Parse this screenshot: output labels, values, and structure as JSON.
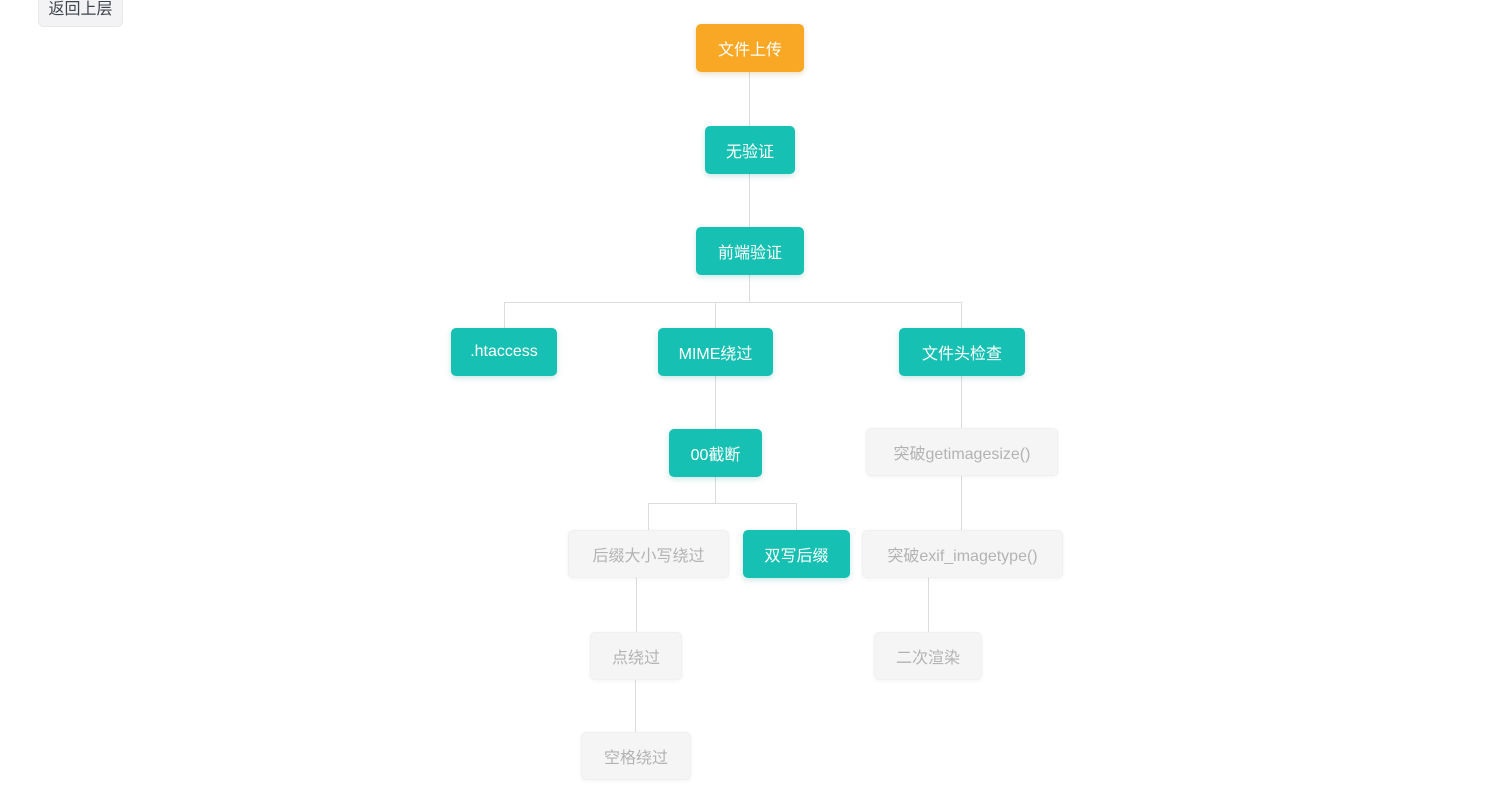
{
  "toolbar": {
    "back_button_label": "返回上层"
  },
  "colors": {
    "root_node": "#f9a825",
    "highlight_node": "#16c0b3",
    "muted_node_bg": "#f5f5f6",
    "muted_node_text": "#b3b3b3",
    "connector": "#dcdcdc",
    "node_text": "#ffffff",
    "back_button_bg": "#f3f3f5"
  },
  "nodes": {
    "file_upload": {
      "label": "文件上传",
      "state": "root"
    },
    "no_validation": {
      "label": "无验证",
      "state": "highlight"
    },
    "frontend_validation": {
      "label": "前端验证",
      "state": "highlight"
    },
    "htaccess": {
      "label": ".htaccess",
      "state": "highlight"
    },
    "mime_bypass": {
      "label": "MIME绕过",
      "state": "highlight"
    },
    "file_header_check": {
      "label": "文件头检查",
      "state": "highlight"
    },
    "null_truncation": {
      "label": "00截断",
      "state": "highlight"
    },
    "bypass_getimagesize": {
      "label": "突破getimagesize()",
      "state": "muted"
    },
    "suffix_case_bypass": {
      "label": "后缀大小写绕过",
      "state": "muted"
    },
    "double_suffix": {
      "label": "双写后缀",
      "state": "highlight"
    },
    "bypass_exif_imagetype": {
      "label": "突破exif_imagetype()",
      "state": "muted"
    },
    "dot_bypass": {
      "label": "点绕过",
      "state": "muted"
    },
    "secondary_render": {
      "label": "二次渲染",
      "state": "muted"
    },
    "space_bypass": {
      "label": "空格绕过",
      "state": "muted"
    }
  },
  "edges": [
    [
      "file_upload",
      "no_validation"
    ],
    [
      "no_validation",
      "frontend_validation"
    ],
    [
      "frontend_validation",
      "htaccess"
    ],
    [
      "frontend_validation",
      "mime_bypass"
    ],
    [
      "frontend_validation",
      "file_header_check"
    ],
    [
      "mime_bypass",
      "null_truncation"
    ],
    [
      "file_header_check",
      "bypass_getimagesize"
    ],
    [
      "null_truncation",
      "suffix_case_bypass"
    ],
    [
      "null_truncation",
      "double_suffix"
    ],
    [
      "bypass_getimagesize",
      "bypass_exif_imagetype"
    ],
    [
      "suffix_case_bypass",
      "dot_bypass"
    ],
    [
      "bypass_exif_imagetype",
      "secondary_render"
    ],
    [
      "dot_bypass",
      "space_bypass"
    ]
  ]
}
